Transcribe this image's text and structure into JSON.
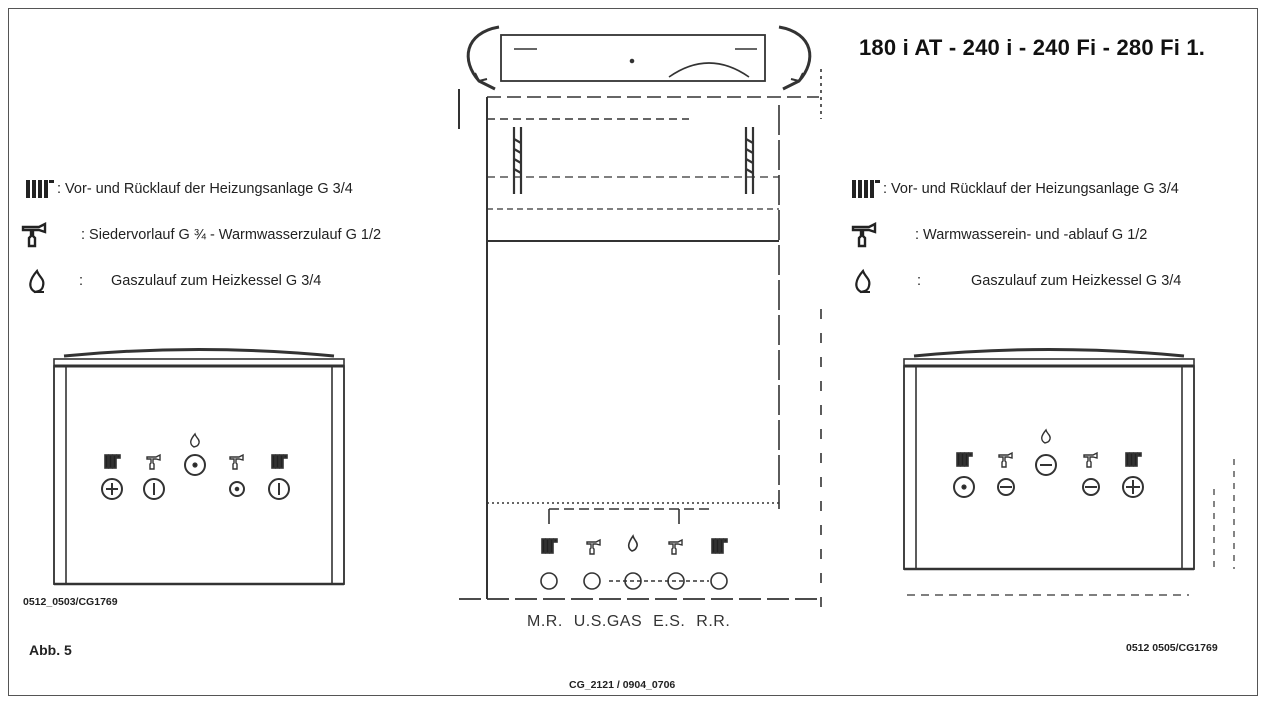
{
  "title": "180 i AT - 240 i - 240 Fi - 280 Fi 1.",
  "left_legend": [
    {
      "icon": "radiator-icon",
      "text": ": Vor- und Rücklauf der Heizungsanlage G 3/4"
    },
    {
      "icon": "tap-icon",
      "text": ": Siedervorlauf G ¾ - Warmwasserzulauf G 1/2"
    },
    {
      "icon": "gas-flame-icon",
      "prefix": ":",
      "text": "Gaszulauf zum Heizkessel G 3/4"
    }
  ],
  "right_legend": [
    {
      "icon": "radiator-icon",
      "text": ": Vor- und Rücklauf der Heizungsanlage G 3/4"
    },
    {
      "icon": "tap-icon",
      "text": ": Warmwasserein- und -ablauf G 1/2"
    },
    {
      "icon": "gas-flame-icon",
      "prefix": ":",
      "text": "Gaszulauf zum Heizkessel G 3/4"
    }
  ],
  "connection_labels": [
    "M.R.",
    "U.S.",
    "GAS",
    "E.S.",
    "R.R."
  ],
  "codes": {
    "left": "0512_0503/CG1769",
    "right": "0512  0505/CG1769",
    "center": "CG_2121 / 0904_0706"
  },
  "figure_label": "Abb. 5"
}
